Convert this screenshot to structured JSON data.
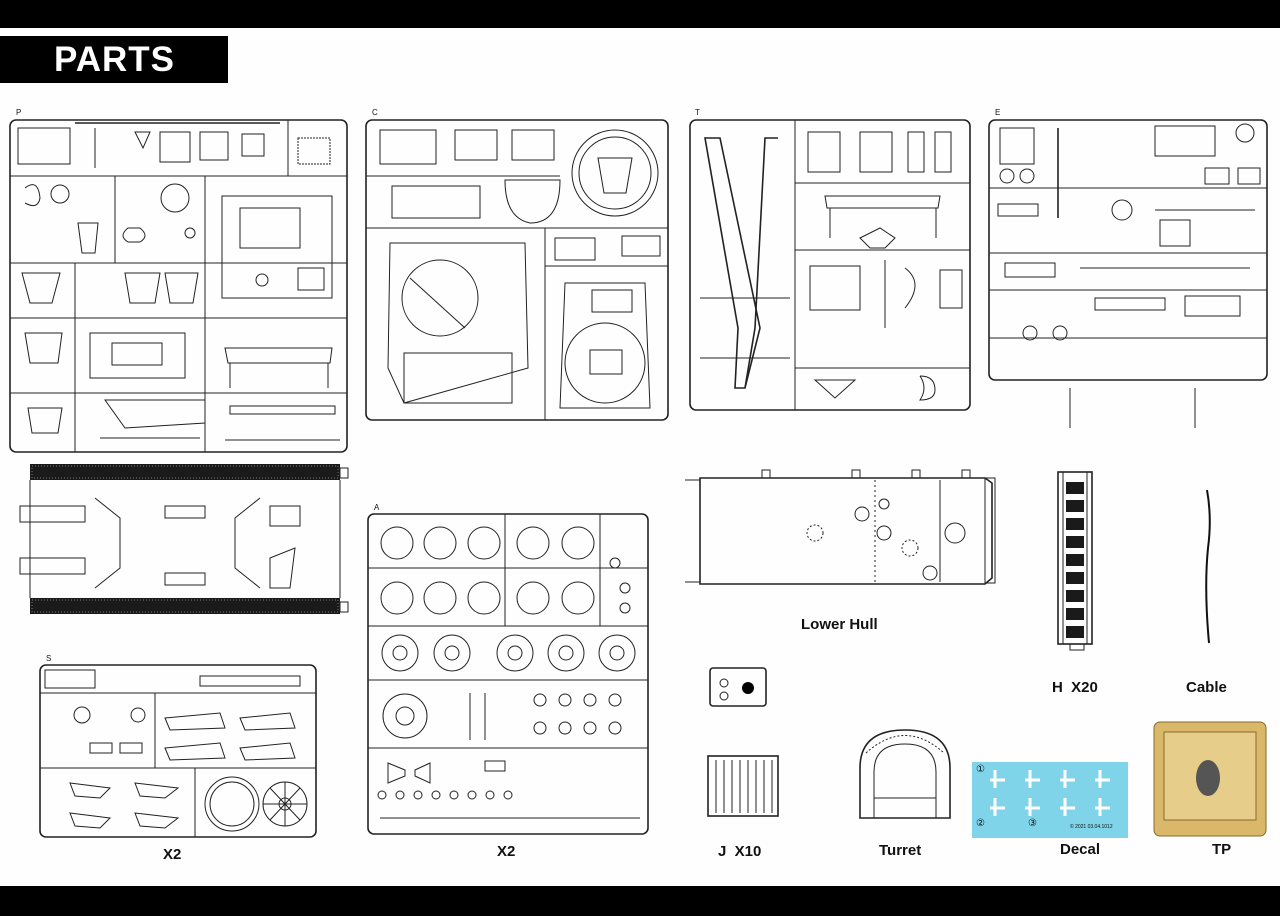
{
  "header": {
    "title": "PARTS"
  },
  "sprues": [
    {
      "id": "P",
      "caption": ""
    },
    {
      "id": "C",
      "caption": ""
    },
    {
      "id": "T",
      "caption": ""
    },
    {
      "id": "E",
      "caption": ""
    },
    {
      "id": "S",
      "caption": "X2"
    },
    {
      "id": "A",
      "caption": "X2"
    }
  ],
  "parts": {
    "lower_hull": "Lower Hull",
    "h_tracks": "H  X20",
    "cable": "Cable",
    "j_part": "J  X10",
    "turret": "Turret",
    "decal": "Decal",
    "tp": "TP"
  },
  "decal_sheet": {
    "numbers": [
      "①",
      "②",
      "③"
    ],
    "fine_print": "© 2021 03.04.1012"
  },
  "colors": {
    "background": "#fefefe",
    "frame": "#000000",
    "decal_bg": "#7fd4ea",
    "etch": "#d9b86a"
  }
}
